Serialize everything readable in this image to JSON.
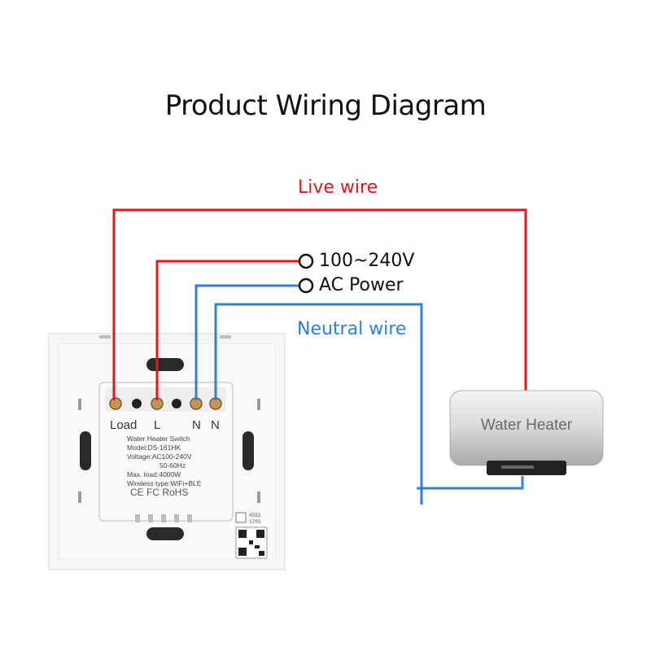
{
  "title": "Product Wiring Diagram",
  "labels": {
    "live_wire": "Live wire",
    "neutral_wire": "Neutral wire",
    "voltage": "100~240V",
    "ac_power": "AC Power"
  },
  "switch": {
    "terminals": [
      "Load",
      "L",
      "N",
      "N"
    ],
    "spec_lines": [
      "Water Heater Switch",
      "Model:DS-161HK",
      "Voltage:AC100-240V",
      "50-60Hz",
      "Max. load:4000W",
      "Wireless type:WiFi+BLE"
    ],
    "cert_marks": "CE FC RoHS",
    "label_code_1": "4553",
    "label_code_2": "1703"
  },
  "heater": {
    "label": "Water Heater"
  },
  "colors": {
    "live": "#e0171d",
    "neutral": "#2f7fe0"
  }
}
